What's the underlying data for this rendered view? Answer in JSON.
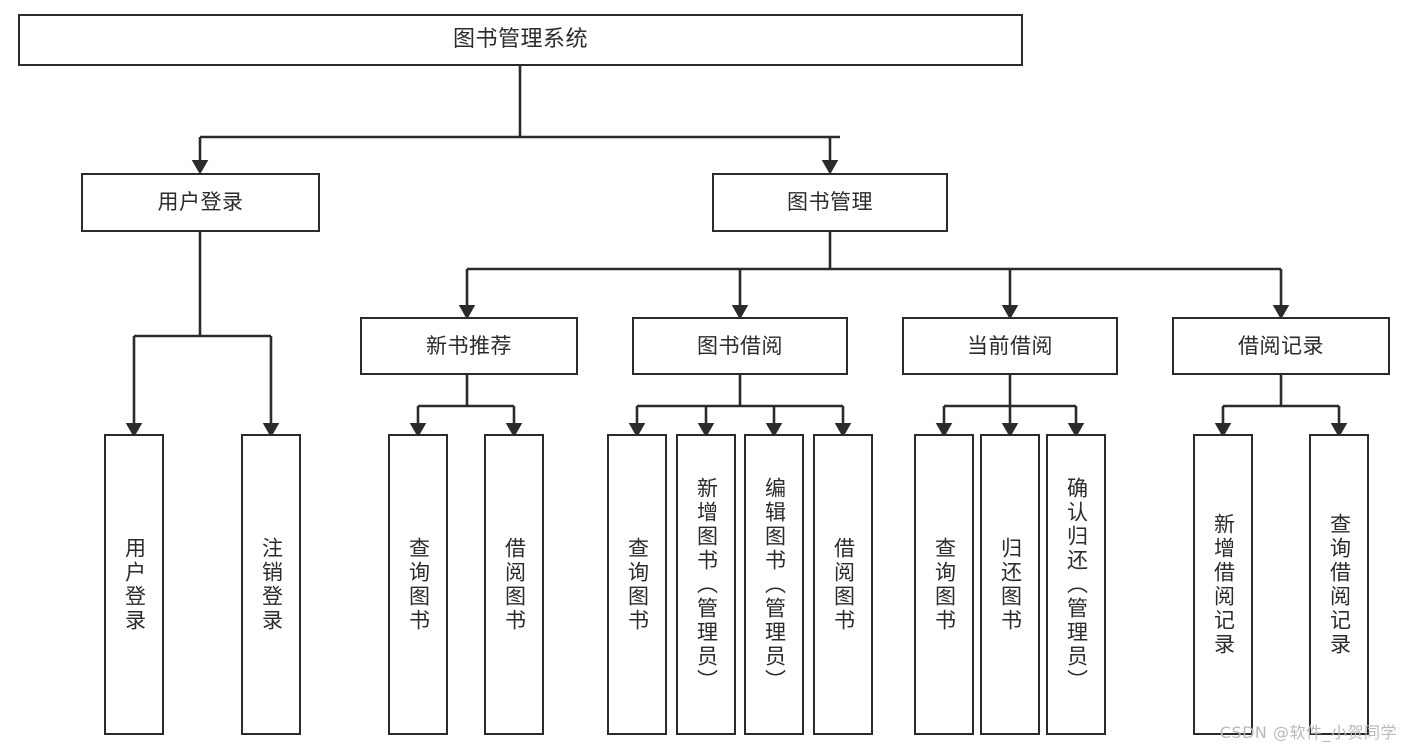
{
  "diagram": {
    "title": "图书管理系统",
    "type": "tree-hierarchy",
    "orientation": "top-down",
    "colors": {
      "box_border": "#2b2b2b",
      "box_fill": "#ffffff",
      "edge": "#2b2b2b",
      "text": "#2b2b2b",
      "watermark": "#b9b9b9",
      "background": "#ffffff"
    },
    "watermark": "CSDN @软件_小贺同学"
  },
  "nodes": {
    "root": {
      "label": "图书管理系统"
    },
    "level2": [
      {
        "label": "用户登录"
      },
      {
        "label": "图书管理"
      }
    ],
    "level3": [
      {
        "label": "新书推荐"
      },
      {
        "label": "图书借阅"
      },
      {
        "label": "当前借阅"
      },
      {
        "label": "借阅记录"
      }
    ],
    "leaves": {
      "user_login": [
        {
          "label": "用户登录"
        },
        {
          "label": "注销登录"
        }
      ],
      "new_book_recommend": [
        {
          "label": "查询图书"
        },
        {
          "label": "借阅图书"
        }
      ],
      "book_borrow": [
        {
          "label": "查询图书"
        },
        {
          "label": "新增图书（管理员）"
        },
        {
          "label": "编辑图书（管理员）"
        },
        {
          "label": "借阅图书"
        }
      ],
      "current_borrow": [
        {
          "label": "查询图书"
        },
        {
          "label": "归还图书"
        },
        {
          "label": "确认归还（管理员）"
        }
      ],
      "borrow_record": [
        {
          "label": "新增借阅记录"
        },
        {
          "label": "查询借阅记录"
        }
      ]
    }
  }
}
